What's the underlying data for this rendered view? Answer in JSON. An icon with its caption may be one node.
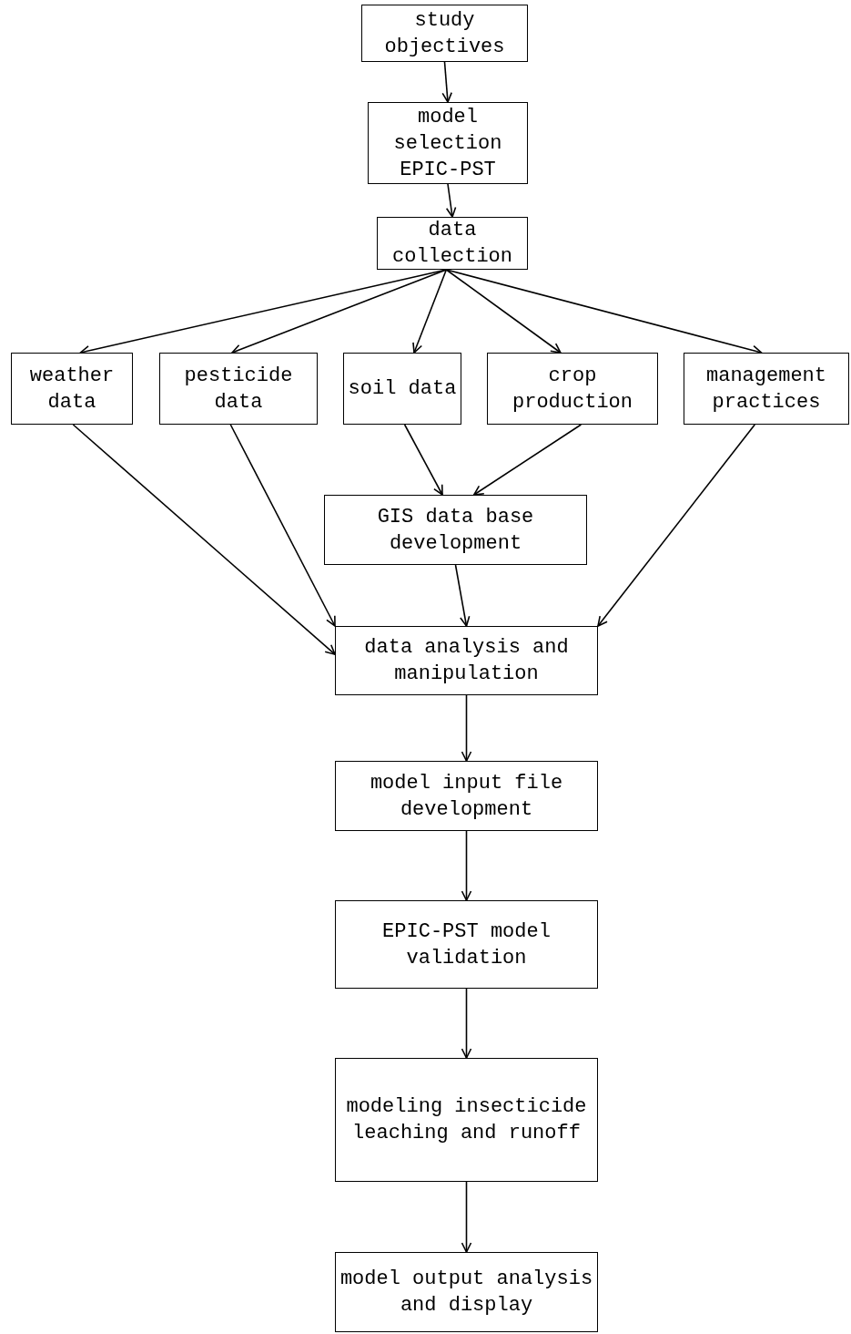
{
  "diagram": {
    "nodes": [
      {
        "text": [
          "study objectives"
        ]
      },
      {
        "text": [
          "model selection EPIC-PST"
        ]
      },
      {
        "text": [
          "data collection"
        ]
      },
      {
        "text": [
          "weather data"
        ]
      },
      {
        "text": [
          "pesticide data"
        ]
      },
      {
        "text": [
          "soil data"
        ]
      },
      {
        "text": [
          "crop production"
        ]
      },
      {
        "text": [
          "management practices"
        ]
      },
      {
        "text": [
          "GIS data base development"
        ]
      },
      {
        "text": [
          "data analysis and manipulation"
        ]
      },
      {
        "text": [
          "model input file development"
        ]
      },
      {
        "text": [
          "EPIC-PST model validation"
        ]
      },
      {
        "text": [
          "modeling insecticide leaching and runoff"
        ]
      },
      {
        "text": [
          "model output analysis and display"
        ]
      }
    ],
    "edges": [
      {
        "from": 0,
        "to": 1,
        "arrow": "to"
      },
      {
        "from": 1,
        "to": 2,
        "arrow": "to"
      },
      {
        "from": 2,
        "to": 3,
        "arrow": "to"
      },
      {
        "from": 2,
        "to": 4,
        "arrow": "to"
      },
      {
        "from": 2,
        "to": 5,
        "arrow": "to"
      },
      {
        "from": 2,
        "to": 6,
        "arrow": "to"
      },
      {
        "from": 2,
        "to": 7,
        "arrow": "to"
      },
      {
        "from": 5,
        "to": 8,
        "arrow": "to"
      },
      {
        "from": 6,
        "to": 8,
        "arrow": "to"
      },
      {
        "from": 3,
        "to": 9,
        "arrow": "to"
      },
      {
        "from": 4,
        "to": 9,
        "arrow": "to"
      },
      {
        "from": 8,
        "to": 9,
        "arrow": "to"
      },
      {
        "from": 7,
        "to": 9,
        "arrow": "to"
      },
      {
        "from": 9,
        "to": 10,
        "arrow": "to"
      },
      {
        "from": 10,
        "to": 11,
        "arrow": "to"
      },
      {
        "from": 11,
        "to": 12,
        "arrow": "to"
      },
      {
        "from": 12,
        "to": 13,
        "arrow": "to"
      }
    ]
  }
}
